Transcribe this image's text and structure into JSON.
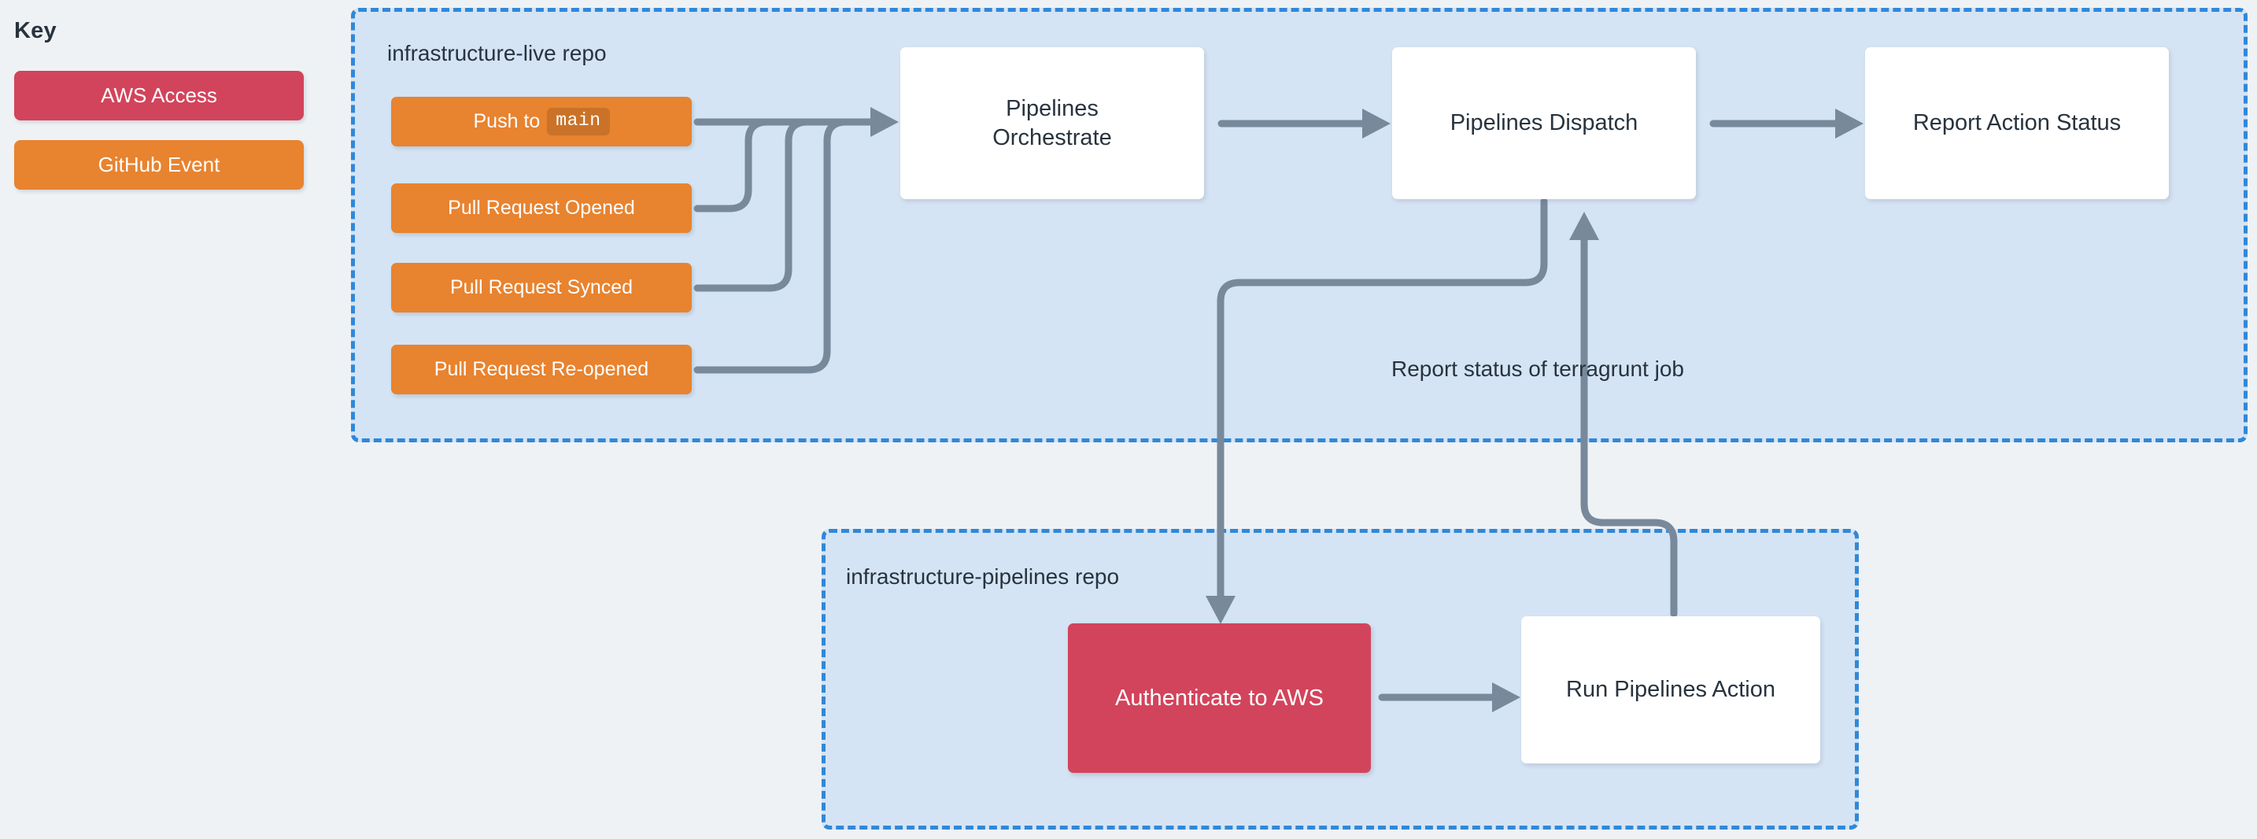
{
  "key": {
    "title": "Key",
    "items": [
      {
        "label": "AWS Access",
        "color": "#D2445C",
        "name": "aws-access"
      },
      {
        "label": "GitHub Event",
        "color": "#E8832F",
        "name": "github-event"
      }
    ]
  },
  "repos": {
    "live": {
      "label": "infrastructure-live repo"
    },
    "pipelines": {
      "label": "infrastructure-pipelines repo"
    }
  },
  "events": [
    {
      "text": "Push to",
      "code": "main"
    },
    {
      "text": "Pull Request Opened",
      "code": ""
    },
    {
      "text": "Pull Request Synced",
      "code": ""
    },
    {
      "text": "Pull Request Re-opened",
      "code": ""
    }
  ],
  "workflows": {
    "orchestrate": {
      "line1": "Pipelines",
      "line2": "Orchestrate"
    },
    "dispatch": {
      "label": "Pipelines Dispatch"
    },
    "report_action": {
      "label": "Report Action Status"
    },
    "run_action": {
      "label": "Run Pipelines Action"
    },
    "auth_aws": {
      "label": "Authenticate to AWS"
    }
  },
  "edge_labels": {
    "terragrunt_status": "Report status of terragrunt job"
  },
  "colors": {
    "background": "#EFF2F5",
    "panel_fill": "#D5E4F4",
    "panel_border": "#3088D8",
    "github_event": "#E8832F",
    "aws_access": "#D2445C",
    "edge": "#77899B",
    "text": "#28333E",
    "node_white": "#FFFFFF"
  }
}
